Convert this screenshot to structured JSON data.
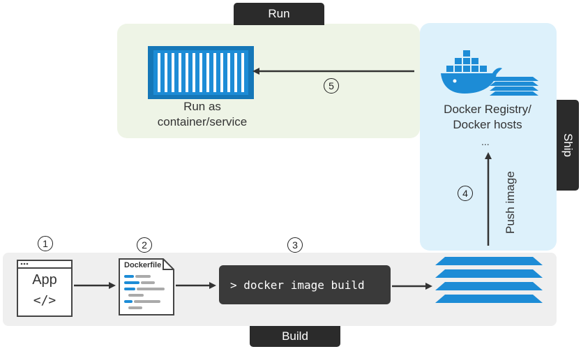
{
  "sections": {
    "run": "Run",
    "ship": "Ship",
    "build": "Build"
  },
  "steps": [
    "1",
    "2",
    "3",
    "4",
    "5"
  ],
  "app": {
    "title": "App",
    "code": "</>"
  },
  "dockerfile": {
    "title": "Dockerfile"
  },
  "command": "> docker image build",
  "registry": {
    "line1": "Docker Registry/",
    "line2": "Docker hosts",
    "ellipsis": "..."
  },
  "push_label": "Push image",
  "run_label": {
    "line1": "Run as",
    "line2": "container/service"
  },
  "colors": {
    "docker_blue": "#1d8cd6",
    "run_panel": "#eef4e6",
    "ship_panel": "#ddf1fb",
    "build_panel": "#efefef",
    "dark_tab": "#2b2b2b"
  },
  "icons": [
    "shipping-container-icon",
    "docker-whale-icon",
    "image-layers-icon",
    "app-window-icon",
    "dockerfile-icon",
    "arrow-icon"
  ]
}
